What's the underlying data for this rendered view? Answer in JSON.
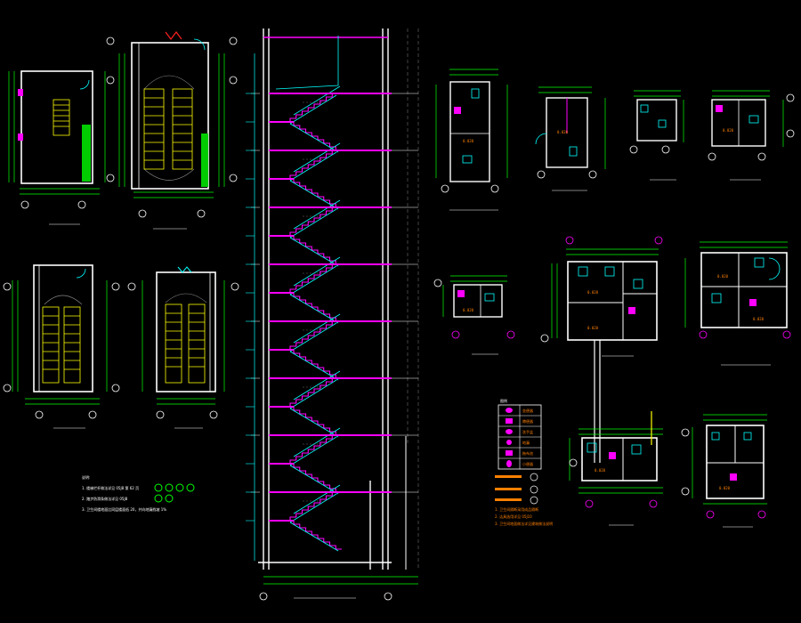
{
  "sheet": {
    "background": "#000000",
    "colors": {
      "wall": "#ffffff",
      "dim": "#00ff00",
      "axis": "#ff00ff",
      "stair": "#ffff00",
      "cyan": "#00ffff",
      "red": "#ff0000",
      "orange": "#ff8000",
      "gray": "#888888"
    }
  },
  "notes": [
    "1. 楼梯栏杆做法详见 05J8 第 62 页",
    "2. 踏步防滑条做法详见 05J8",
    "3. 卫生间楼地面比同层楼面低 20，并向地漏找坡 1%"
  ],
  "legend": {
    "rows": [
      "坐便器",
      "蹲便器",
      "洗手盆",
      "地漏",
      "拖布池",
      "小便器"
    ],
    "notes": [
      "1. 卫生间隔断采用成品隔断",
      "2. 洁具选用详见 05J10",
      "3. 卫生间地面做法详见建筑做法说明"
    ]
  },
  "icons": {
    "axis_bubble": "axis-bubble-icon",
    "door_swing": "door-swing-icon",
    "north": "elevation-marker-icon"
  }
}
